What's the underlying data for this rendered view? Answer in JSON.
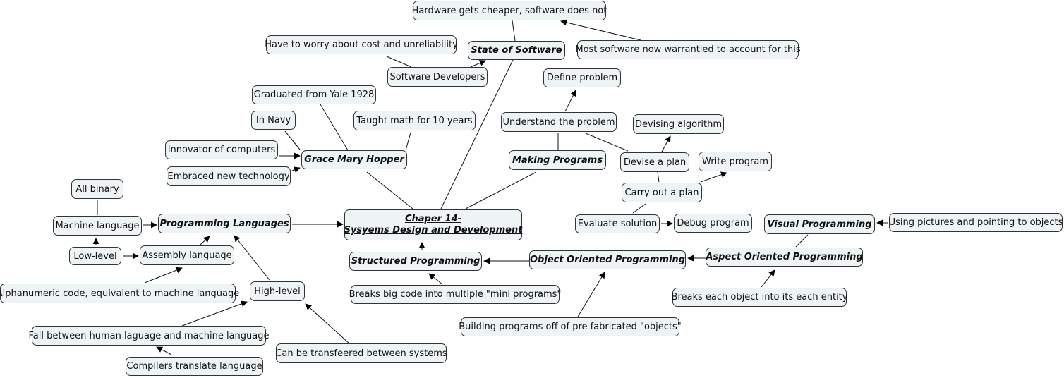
{
  "map": {
    "title": "Chaper 14- Sysyems Design and Development",
    "nodes": {
      "center_line1": "Chaper 14-",
      "center_line2": "Sysyems Design and Development",
      "state_software": "State of Software",
      "hardware": "Hardware gets cheaper, software does not",
      "warrantied": "Most software now warrantied to account for this",
      "worry": "Have to worry about cost and unreliability",
      "sw_devs": "Software Developers",
      "grace": "Grace Mary Hopper",
      "yale": "Graduated from Yale 1928",
      "navy": "In Navy",
      "taught": "Taught math for 10 years",
      "innovator": "Innovator of computers",
      "embraced": "Embraced new technology",
      "making": "Making Programs",
      "define": "Define problem",
      "understand": "Understand the problem",
      "devising": "Devising algorithm",
      "devise": "Devise a plan",
      "write": "Write program",
      "carry": "Carry out a plan",
      "evaluate": "Evaluate solution",
      "debug": "Debug program",
      "prog_lang": "Programming Languages",
      "all_binary": "All binary",
      "machine": "Machine language",
      "low": "Low-level",
      "assembly": "Assembly language",
      "alnum": "Alphanumeric code, equivalent to machine language",
      "high": "High-level",
      "fall": "Fall between human laguage and machine language",
      "compilers": "Compilers translate language",
      "transfer": "Can be transfeered between systems",
      "structured": "Structured Programming",
      "breaks_big": "Breaks big code into multiple \"mini programs\"",
      "oop": "Object Oriented Programming",
      "building": "Building programs off of pre fabricated \"objects\"",
      "aop": "Aspect Oriented Programming",
      "breaks_each": "Breaks each object into its each entity",
      "visual": "Visual Programming",
      "pictures": "Using pictures and pointing to objects"
    }
  }
}
